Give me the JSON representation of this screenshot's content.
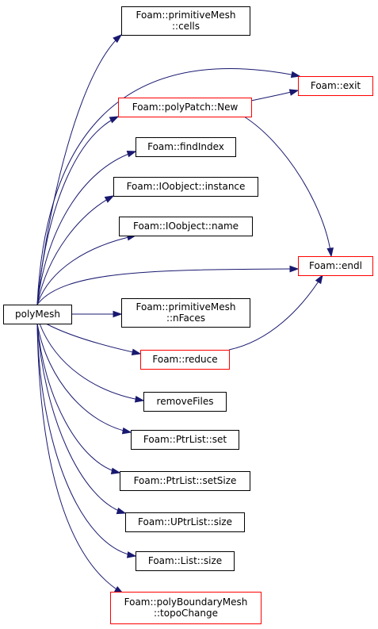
{
  "colors": {
    "edge": "#191970",
    "node_border_default": "#000000",
    "node_border_truncated": "#ff0000",
    "root_fill": "#bfbfbf"
  },
  "nodes": [
    {
      "id": "polyMesh",
      "lines": [
        "polyMesh"
      ],
      "style": "root"
    },
    {
      "id": "cells",
      "lines": [
        "Foam::primitiveMesh",
        "::cells"
      ],
      "style": "default"
    },
    {
      "id": "exit",
      "lines": [
        "Foam::exit"
      ],
      "style": "truncated"
    },
    {
      "id": "polyPatchNew",
      "lines": [
        "Foam::polyPatch::New"
      ],
      "style": "truncated"
    },
    {
      "id": "findIndex",
      "lines": [
        "Foam::findIndex"
      ],
      "style": "default"
    },
    {
      "id": "instance",
      "lines": [
        "Foam::IOobject::instance"
      ],
      "style": "default"
    },
    {
      "id": "name",
      "lines": [
        "Foam::IOobject::name"
      ],
      "style": "default"
    },
    {
      "id": "endl",
      "lines": [
        "Foam::endl"
      ],
      "style": "truncated"
    },
    {
      "id": "nFaces",
      "lines": [
        "Foam::primitiveMesh",
        "::nFaces"
      ],
      "style": "default"
    },
    {
      "id": "reduce",
      "lines": [
        "Foam::reduce"
      ],
      "style": "truncated"
    },
    {
      "id": "removeFiles",
      "lines": [
        "removeFiles"
      ],
      "style": "default"
    },
    {
      "id": "ptrSet",
      "lines": [
        "Foam::PtrList::set"
      ],
      "style": "default"
    },
    {
      "id": "ptrSetSize",
      "lines": [
        "Foam::PtrList::setSize"
      ],
      "style": "default"
    },
    {
      "id": "uptrSize",
      "lines": [
        "Foam::UPtrList::size"
      ],
      "style": "default"
    },
    {
      "id": "listSize",
      "lines": [
        "Foam::List::size"
      ],
      "style": "default"
    },
    {
      "id": "topoChange",
      "lines": [
        "Foam::polyBoundaryMesh",
        "::topoChange"
      ],
      "style": "truncated"
    }
  ],
  "edges": [
    {
      "from": "polyMesh",
      "to": "cells"
    },
    {
      "from": "polyMesh",
      "to": "exit"
    },
    {
      "from": "polyMesh",
      "to": "polyPatchNew"
    },
    {
      "from": "polyMesh",
      "to": "findIndex"
    },
    {
      "from": "polyMesh",
      "to": "instance"
    },
    {
      "from": "polyMesh",
      "to": "name"
    },
    {
      "from": "polyMesh",
      "to": "endl"
    },
    {
      "from": "polyMesh",
      "to": "nFaces"
    },
    {
      "from": "polyMesh",
      "to": "reduce"
    },
    {
      "from": "polyMesh",
      "to": "removeFiles"
    },
    {
      "from": "polyMesh",
      "to": "ptrSet"
    },
    {
      "from": "polyMesh",
      "to": "ptrSetSize"
    },
    {
      "from": "polyMesh",
      "to": "uptrSize"
    },
    {
      "from": "polyMesh",
      "to": "listSize"
    },
    {
      "from": "polyMesh",
      "to": "topoChange"
    },
    {
      "from": "polyPatchNew",
      "to": "exit"
    },
    {
      "from": "polyPatchNew",
      "to": "endl"
    },
    {
      "from": "reduce",
      "to": "endl"
    }
  ]
}
